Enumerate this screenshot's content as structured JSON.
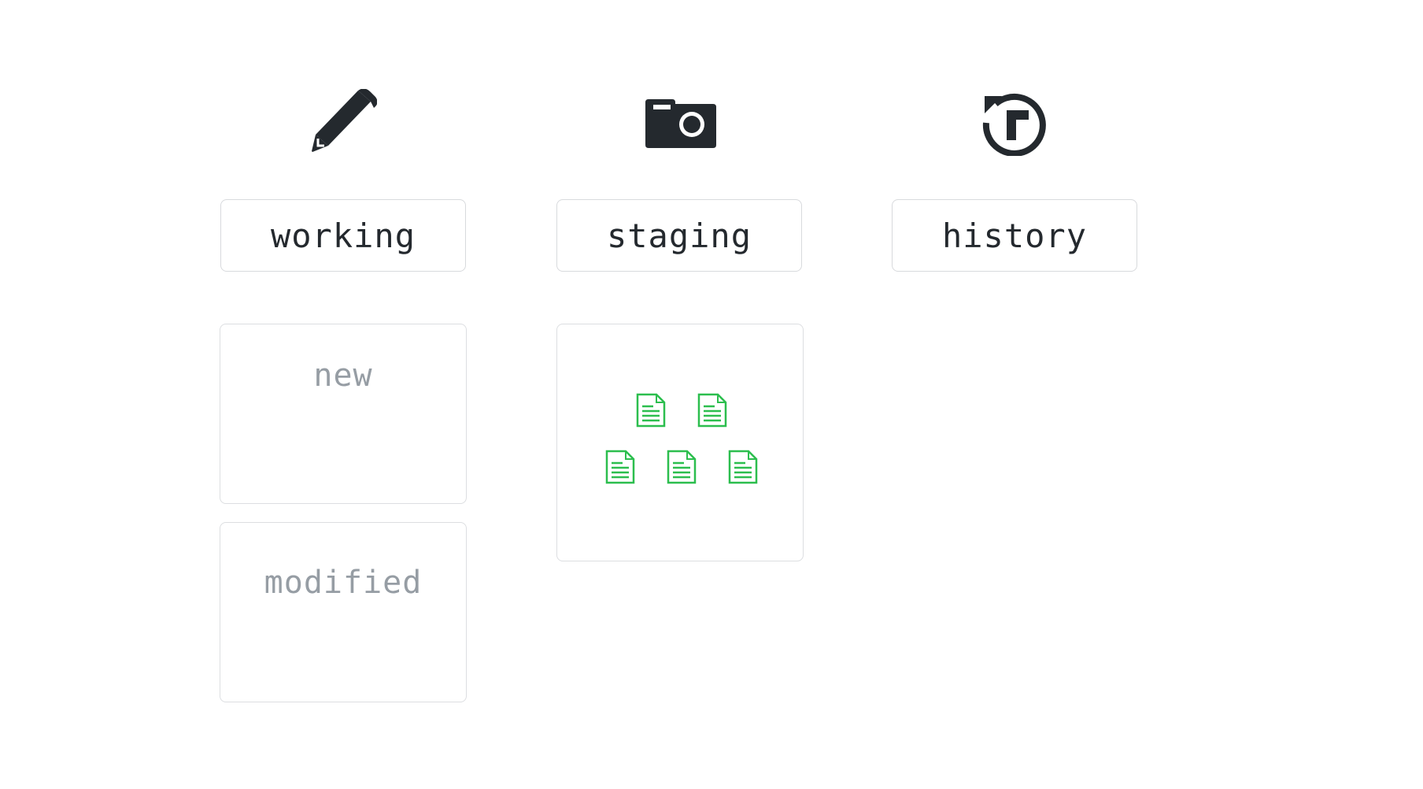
{
  "columns": {
    "working": {
      "label": "working",
      "icon": "pencil-icon",
      "boxes": [
        {
          "title": "new"
        },
        {
          "title": "modified"
        }
      ]
    },
    "staging": {
      "label": "staging",
      "icon": "camera-icon",
      "file_icon": "file-icon",
      "file_count": 5
    },
    "history": {
      "label": "history",
      "icon": "history-icon"
    }
  },
  "colors": {
    "text": "#24292e",
    "muted_text": "#969da4",
    "border": "#d8dadd",
    "file_green": "#2cbe4e",
    "icon": "#24292e"
  }
}
